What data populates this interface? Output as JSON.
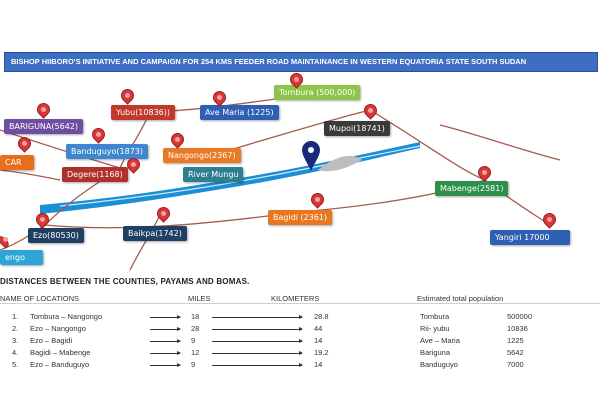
{
  "title": "BISHOP HIIBORO'S INITIATIVE AND CAMPAIGN FOR 254 KMS FEEDER ROAD MAINTAINANCE IN WESTERN EQUATORIA STATE SOUTH SUDAN",
  "places": [
    {
      "name": "Tombura (500,000)",
      "bg": "#8fc44a",
      "fg": "#ffffff"
    },
    {
      "name": "Yubu(10836))",
      "bg": "#c0392b",
      "fg": "#ffffff"
    },
    {
      "name": "Ave Maria (1225)",
      "bg": "#2f5fb3",
      "fg": "#ffffff"
    },
    {
      "name": "BARIGUNA(5642)",
      "bg": "#6f4da0",
      "fg": "#ffffff"
    },
    {
      "name": "Mupoi(18741)",
      "bg": "#3a3a3a",
      "fg": "#ffffff"
    },
    {
      "name": "Banduguyo(1873)",
      "bg": "#3f86d0",
      "fg": "#ffffff"
    },
    {
      "name": "Nangongo(2367)",
      "bg": "#e87a26",
      "fg": "#ffffff"
    },
    {
      "name": "CAR",
      "bg": "#e86f1a",
      "fg": "#ffffff"
    },
    {
      "name": "Degere(1168)",
      "bg": "#b0302c",
      "fg": "#ffffff"
    },
    {
      "name": "River Mungu",
      "bg": "#2e7f8f",
      "fg": "#ffffff"
    },
    {
      "name": "Mabenge(2581)",
      "bg": "#2e8f4a",
      "fg": "#ffffff"
    },
    {
      "name": "Bagidi (2361)",
      "bg": "#e8771f",
      "fg": "#ffffff"
    },
    {
      "name": "Ezo(80530)",
      "bg": "#1f3f63",
      "fg": "#ffffff"
    },
    {
      "name": "Baikpa(1742)",
      "bg": "#1f3f63",
      "fg": "#ffffff"
    },
    {
      "name": "Yangiri 17000",
      "bg": "#2f5fb3",
      "fg": "#ffffff"
    },
    {
      "name": "engo",
      "bg": "#2ea3d8",
      "fg": "#ffffff"
    }
  ],
  "distances": {
    "title": "DISTANCES BETWEEN THE COUNTIES, PAYAMS AND BOMAS.",
    "headers": {
      "name": "NAME OF LOCATIONS",
      "miles": "MILES",
      "km": "KILOMETERS",
      "pop": "Estimated total population"
    },
    "rows": [
      {
        "no": "1.",
        "route": "Tombura – Nangongo",
        "miles": "18",
        "km": "28.8"
      },
      {
        "no": "2.",
        "route": "Ezo – Nangongo",
        "miles": "28",
        "km": "44"
      },
      {
        "no": "3.",
        "route": "Ezo – Bagidi",
        "miles": "9",
        "km": "14"
      },
      {
        "no": "4.",
        "route": "Bagidi – Mabenge",
        "miles": "12",
        "km": "19.2"
      },
      {
        "no": "5.",
        "route": "Ezo – Banduguyo",
        "miles": "9",
        "km": "14"
      }
    ],
    "populations": [
      {
        "place": "Tombura",
        "value": "500000"
      },
      {
        "place": "Rii- yubu",
        "value": "10836"
      },
      {
        "place": "Ave – Maria",
        "value": "1225"
      },
      {
        "place": "Bariguna",
        "value": "5642"
      },
      {
        "place": "Banduguyo",
        "value": "7000"
      }
    ]
  }
}
